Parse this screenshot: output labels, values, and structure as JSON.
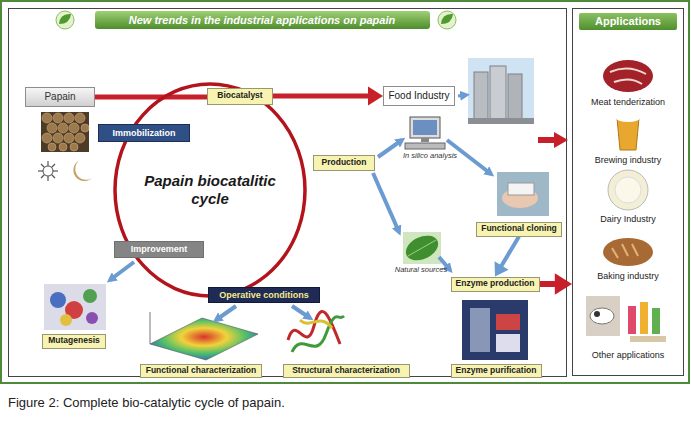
{
  "diagram": {
    "title": "New trends in the industrial applications on papain",
    "caption": "Figure 2: Complete bio-catalytic cycle of papain.",
    "nodes": [
      {
        "text": [
          "Papain"
        ]
      },
      {
        "text": [
          "Biocatalyst"
        ]
      },
      {
        "text": [
          "Food Industry"
        ]
      },
      {
        "text": [
          "Immobilization"
        ]
      },
      {
        "text": [
          "Papain biocatalitic cycle"
        ]
      },
      {
        "text": [
          "Production"
        ]
      },
      {
        "text": [
          "Improvement"
        ]
      },
      {
        "text": [
          "Operative conditions"
        ]
      },
      {
        "text": [
          "Functional cloning"
        ]
      },
      {
        "text": [
          "Enzyme production"
        ]
      },
      {
        "text": [
          "Mutagenesis"
        ]
      },
      {
        "text": [
          "Functional characterization"
        ]
      },
      {
        "text": [
          "Structural characterization"
        ]
      },
      {
        "text": [
          "Enzyme purification"
        ]
      },
      {
        "text": [
          "Applications"
        ]
      }
    ],
    "edges": [
      {
        "from": 0,
        "to": 1,
        "arrow": "none"
      },
      {
        "from": 1,
        "to": 2,
        "arrow": "to"
      },
      {
        "from": 8,
        "to": 9,
        "arrow": "to"
      },
      {
        "from": 9,
        "to": 14,
        "arrow": "to"
      }
    ],
    "labels": [
      "In silico analysis",
      "Natural sources",
      "Meat tenderization",
      "Brewing industry",
      "Dairy Industry",
      "Baking industry",
      "Other applications"
    ]
  }
}
